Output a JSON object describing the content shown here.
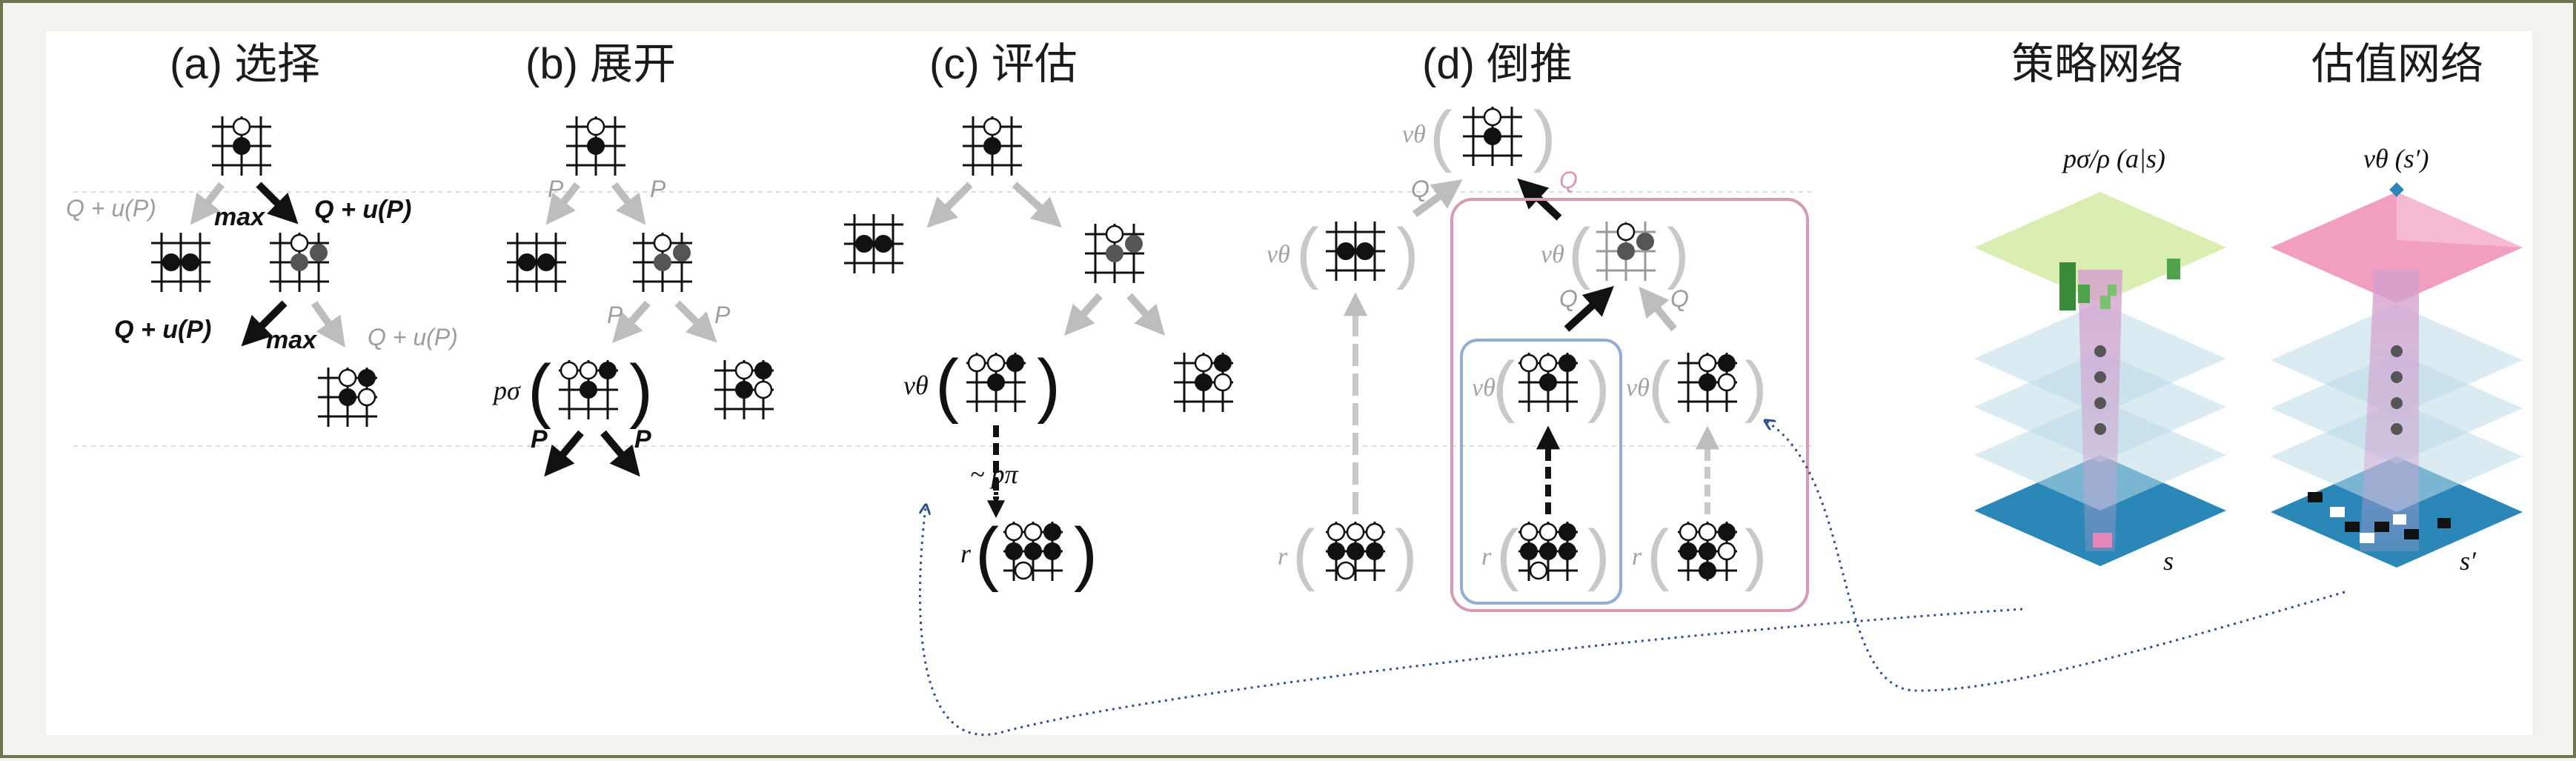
{
  "captions": {
    "selection": "(a) 选择",
    "expansion": "(b) 展开",
    "evaluation": "(c) 评估",
    "backup": "(d) 倒推",
    "policy_network": "策略网络",
    "value_network": "估值网络"
  },
  "labels": {
    "q_plus_u": "Q + u(P)",
    "max": "max",
    "p": "P",
    "q": "Q",
    "p_sigma": "pσ",
    "v_theta": "vθ",
    "p_pi": "~ pπ",
    "r": "r",
    "policy_formula": "pσ/ρ (a|s)",
    "value_formula": "vθ (s′)",
    "s": "s",
    "s_prime": "s′"
  },
  "colors": {
    "frame": "#6f7451",
    "arrow_gray": "#bdbdbd",
    "pink_box": "#d79ab4",
    "blue_box": "#93aed0",
    "dotted_link": "#2f4e8f",
    "board_blue": "#2a87b8",
    "policy_top": "#dbeeb2",
    "value_top": "#ef8db5"
  }
}
